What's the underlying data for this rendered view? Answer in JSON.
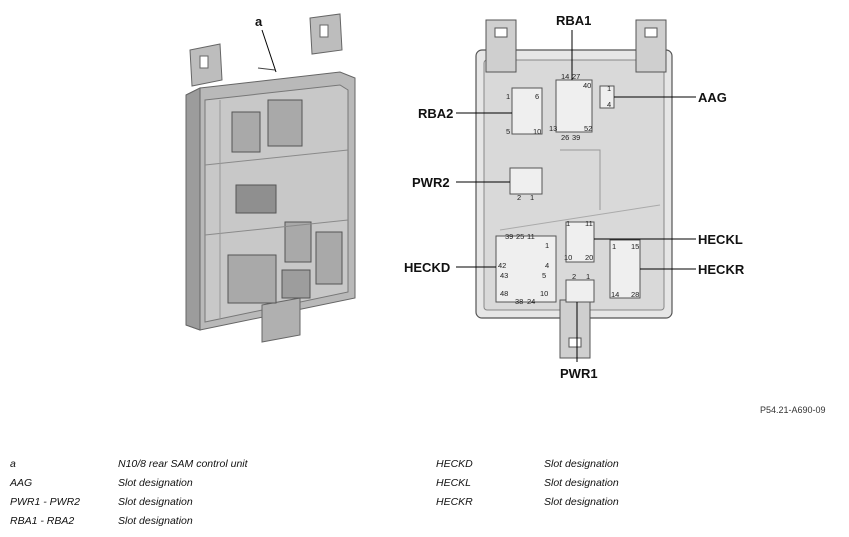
{
  "figure": {
    "callout_a": "a",
    "connectors": {
      "rba1": "RBA1",
      "rba2": "RBA2",
      "aag": "AAG",
      "pwr2": "PWR2",
      "pwr1": "PWR1",
      "heckl": "HECKL",
      "heckd": "HECKD",
      "heckr": "HECKR"
    },
    "pins": {
      "rba1": [
        "14",
        "27",
        "40",
        "13",
        "26",
        "39",
        "52"
      ],
      "rba2": [
        "1",
        "6",
        "5",
        "10"
      ],
      "aag": [
        "1",
        "4"
      ],
      "pwr2": [
        "2",
        "1"
      ],
      "pwr1": [
        "2",
        "1"
      ],
      "heckl": [
        "1",
        "11",
        "10",
        "20"
      ],
      "heckd": [
        "39",
        "25",
        "11",
        "1",
        "42",
        "4",
        "43",
        "5",
        "48",
        "10",
        "38",
        "24"
      ],
      "heckr": [
        "1",
        "15",
        "14",
        "28"
      ]
    },
    "reference": "P54.21-A690-09"
  },
  "legend": {
    "left": [
      {
        "key": "a",
        "value": "N10/8 rear SAM control unit"
      },
      {
        "key": "AAG",
        "value": "Slot designation"
      },
      {
        "key": "PWR1 - PWR2",
        "value": "Slot designation"
      },
      {
        "key": "RBA1 - RBA2",
        "value": "Slot designation"
      }
    ],
    "right": [
      {
        "key": "HECKD",
        "value": "Slot designation"
      },
      {
        "key": "HECKL",
        "value": "Slot designation"
      },
      {
        "key": "HECKR",
        "value": "Slot designation"
      }
    ]
  }
}
